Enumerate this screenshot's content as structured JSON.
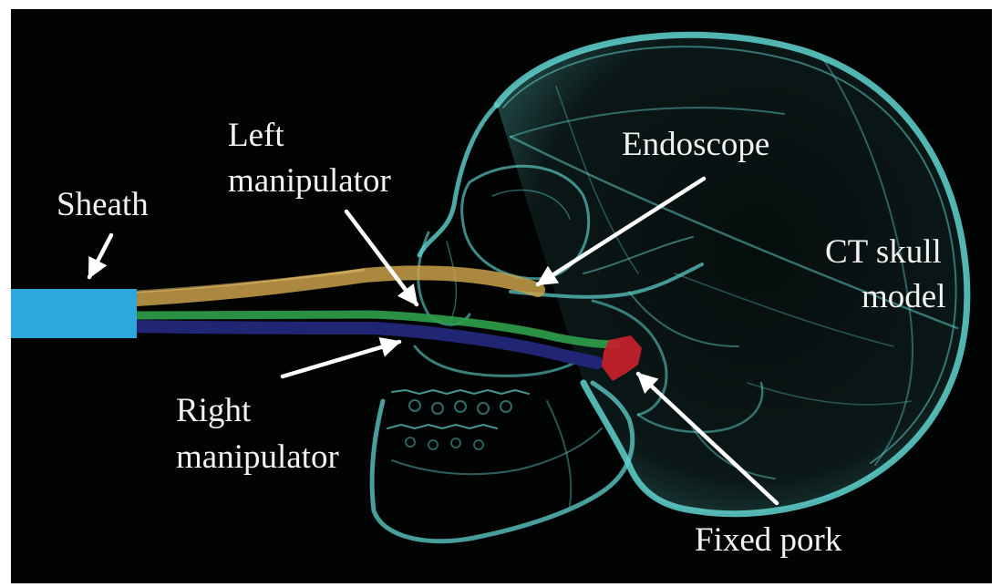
{
  "labels": {
    "sheath": "Sheath",
    "left_manipulator_line1": "Left",
    "left_manipulator_line2": "manipulator",
    "endoscope": "Endoscope",
    "ct_skull_line1": "CT skull",
    "ct_skull_line2": "model",
    "right_manipulator_line1": "Right",
    "right_manipulator_line2": "manipulator",
    "fixed_pork": "Fixed pork"
  },
  "colors": {
    "background": "#020303",
    "skull": "#5fd3cf",
    "sheath": "#2ea7df",
    "endoscope": "#c9a04a",
    "left_manipulator": "#2fa04a",
    "right_manipulator": "#22277a",
    "fixed_pork": "#c8212b",
    "arrow": "#ffffff"
  }
}
